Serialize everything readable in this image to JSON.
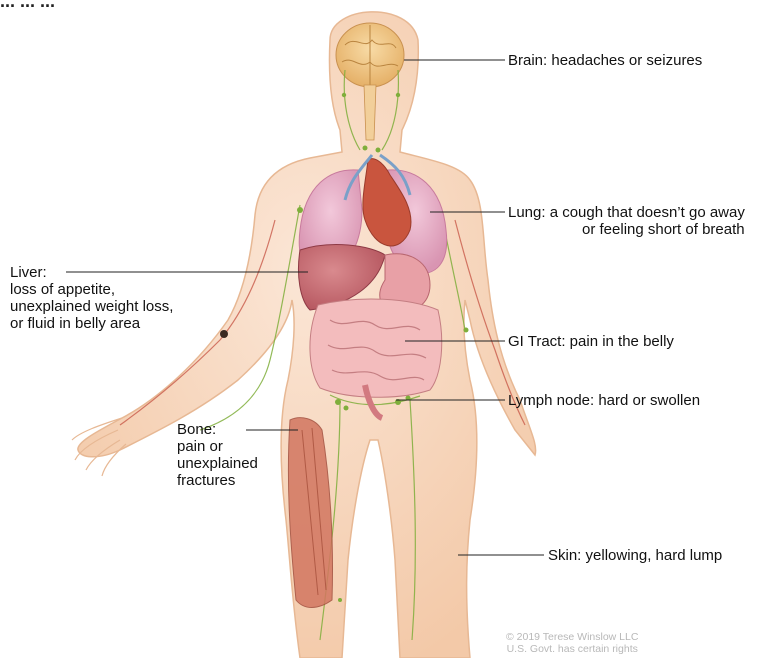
{
  "partial_title": "... ... ...",
  "labels": {
    "brain": "Brain: headaches or seizures",
    "lung_1": "Lung: a cough that doesn’t go away",
    "lung_2": "or feeling short of breath",
    "liver_1": "Liver:",
    "liver_2": "loss of appetite,",
    "liver_3": "unexplained weight loss,",
    "liver_4": "or fluid in belly area",
    "gi": "GI Tract: pain in the belly",
    "lymph": "Lymph node: hard or swollen",
    "bone_1": "Bone:",
    "bone_2": "pain or",
    "bone_3": "unexplained",
    "bone_4": "fractures",
    "skin": "Skin: yellowing, hard lump"
  },
  "credit": {
    "line1": "© 2019 Terese Winslow LLC",
    "line2": "U.S. Govt. has certain rights"
  },
  "colors": {
    "skin_outline": "#e7b894",
    "skin_fill": "#f8dcc5",
    "lung": "#e2a9c0",
    "liver": "#c2656e",
    "intestine": "#f1b3b5",
    "brain": "#f0c88a",
    "lymph": "#7fae3b",
    "bone_muscle": "#c8654f"
  }
}
